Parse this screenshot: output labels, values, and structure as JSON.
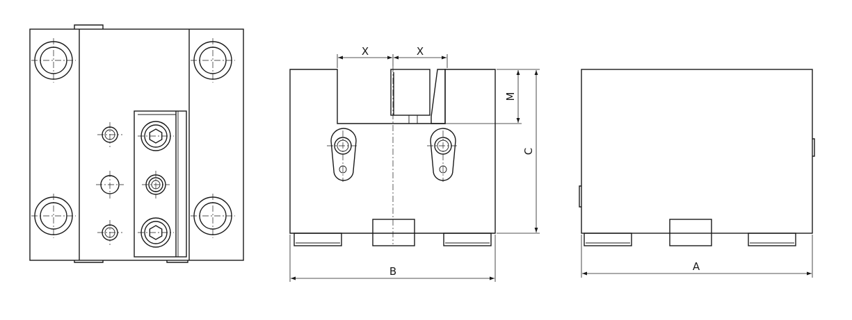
{
  "dimensions": {
    "x_left": "X",
    "x_right": "X",
    "m": "M",
    "c": "C",
    "b": "B",
    "a": "A"
  },
  "colors": {
    "line": "#1a1a1a",
    "background": "#ffffff"
  }
}
